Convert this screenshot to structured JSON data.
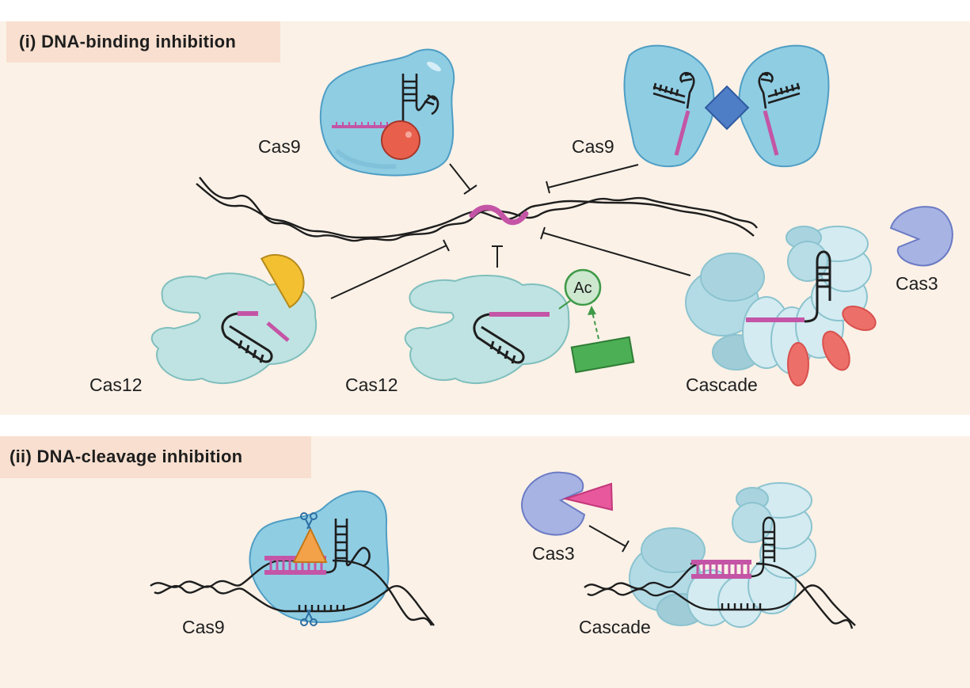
{
  "sections": [
    {
      "title": "(i) DNA-binding inhibition",
      "labels": {
        "cas9_a": "Cas9",
        "cas9_b": "Cas9",
        "cas12_a": "Cas12",
        "cas12_b": "Cas12",
        "cascade": "Cascade",
        "cas3": "Cas3",
        "acetyl": "Ac"
      }
    },
    {
      "title": "(ii) DNA-cleavage inhibition",
      "labels": {
        "cas9": "Cas9",
        "cas3": "Cas3",
        "cascade": "Cascade"
      }
    }
  ],
  "colors": {
    "panel_bg": "#fbf1e7",
    "title_bg": "#f8dfcf",
    "cas9_protein": "#8fcde3",
    "cas12_protein": "#bfe3e2",
    "cascade_protein": "#cde9ef",
    "cas3_protein": "#a7b3e3",
    "guide_rna": "#c455a6",
    "dna": "#1e1e1e",
    "inhibitor_red": "#e8604c",
    "inhibitor_yellow": "#f2c031",
    "inhibitor_blue": "#4e7ec6",
    "inhibitor_green": "#4caf55",
    "inhibitor_orange": "#f3a24a",
    "inhibitor_pink": "#e8589c",
    "cascade_red_subunit": "#ec6f6a"
  }
}
